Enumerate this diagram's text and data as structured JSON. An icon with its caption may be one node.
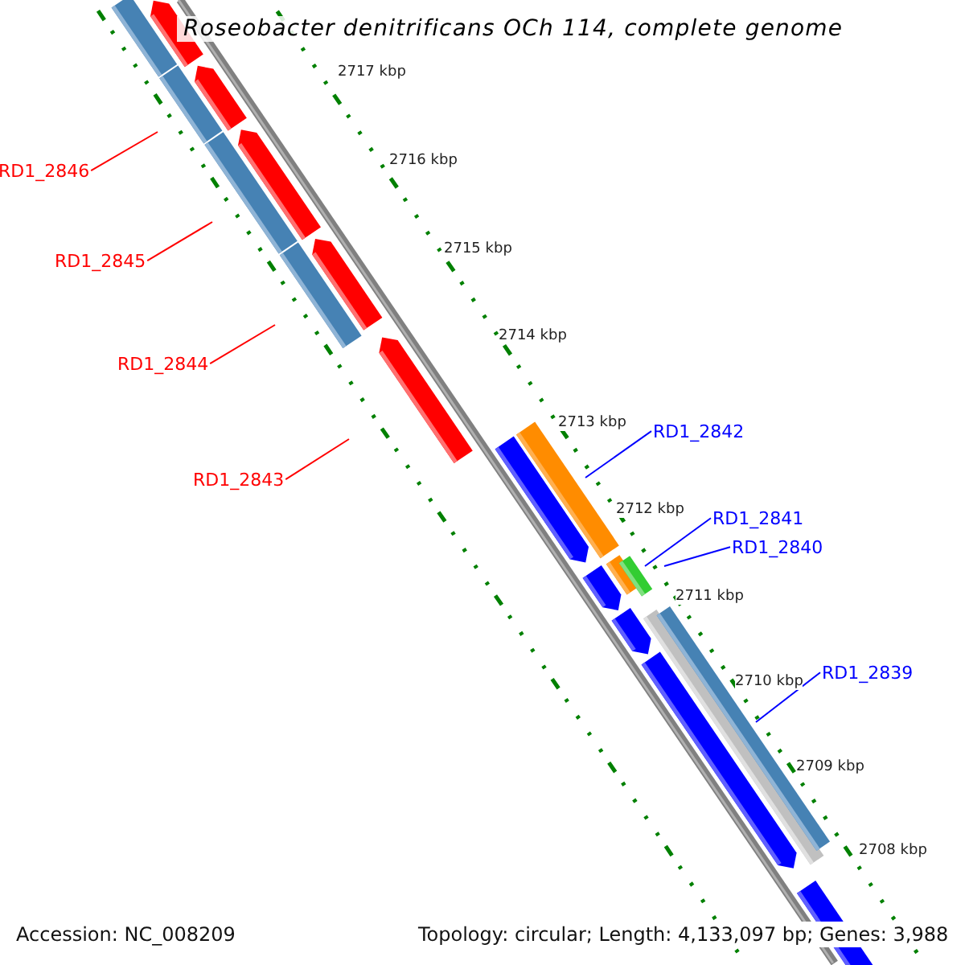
{
  "diagram": {
    "title": "Roseobacter denitrificans OCh 114, complete genome",
    "nodes": [
      {
        "text": [
          "RD1_2846"
        ]
      },
      {
        "text": [
          "RD1_2845"
        ]
      },
      {
        "text": [
          "RD1_2844"
        ]
      },
      {
        "text": [
          "RD1_2843"
        ]
      },
      {
        "text": [
          "RD1_2842"
        ]
      },
      {
        "text": [
          "RD1_2841"
        ]
      },
      {
        "text": [
          "RD1_2840"
        ]
      },
      {
        "text": [
          "RD1_2839"
        ]
      }
    ],
    "edges": [
      {
        "from": 0,
        "to": null,
        "arrow": "none",
        "color": "#ff0000"
      },
      {
        "from": 1,
        "to": null,
        "arrow": "none",
        "color": "#ff0000"
      },
      {
        "from": 2,
        "to": null,
        "arrow": "none",
        "color": "#ff0000"
      },
      {
        "from": 3,
        "to": null,
        "arrow": "none",
        "color": "#ff0000"
      },
      {
        "from": 4,
        "to": null,
        "arrow": "none",
        "color": "#0000ff"
      },
      {
        "from": 5,
        "to": null,
        "arrow": "none",
        "color": "#0000ff"
      },
      {
        "from": 6,
        "to": null,
        "arrow": "none",
        "color": "#0000ff"
      },
      {
        "from": 7,
        "to": null,
        "arrow": "none",
        "color": "#0000ff"
      }
    ],
    "labels": [
      "2717 kbp",
      "2716 kbp",
      "2715 kbp",
      "2714 kbp",
      "2713 kbp",
      "2712 kbp",
      "2711 kbp",
      "2710 kbp",
      "2709 kbp",
      "2708 kbp",
      "Accession: NC_008209",
      "Topology: circular; Length: 4,133,097 bp; Genes: 3,988"
    ]
  }
}
